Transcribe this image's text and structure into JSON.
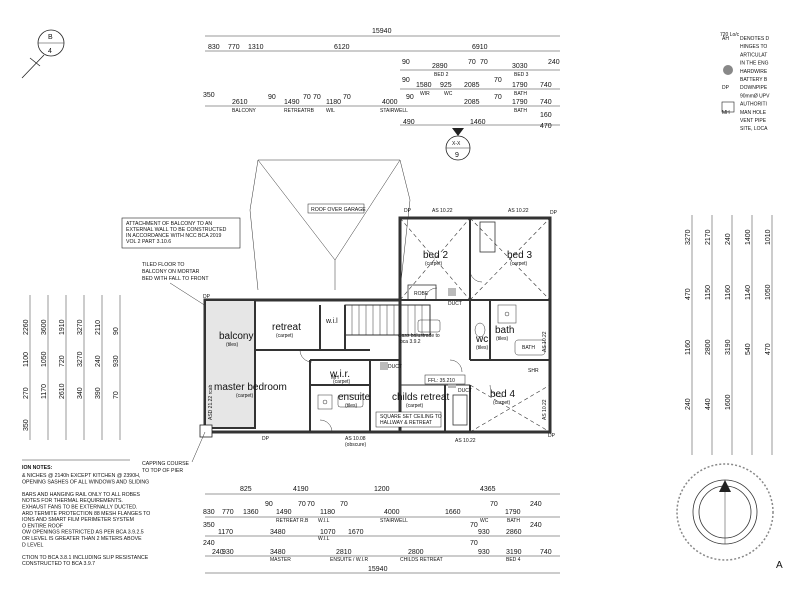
{
  "section_marker": {
    "letter": "B",
    "number": "4"
  },
  "section_xx": {
    "label": "X-X",
    "number": "9"
  },
  "top_dims": {
    "overall": "15940",
    "row1": [
      "830",
      "770",
      "1310",
      "6120",
      "6910"
    ],
    "row2": [
      "90",
      "2890",
      "70",
      "70",
      "3030",
      "240"
    ],
    "row2_sub": [
      "BED 2",
      "BED 3"
    ],
    "row3": [
      "90",
      "1580",
      "925",
      "2085",
      "70",
      "1790",
      "740"
    ],
    "row3_sub": [
      "WIR",
      "WC",
      "BATH"
    ],
    "row4": [
      "350",
      "2610",
      "90",
      "1490",
      "70",
      "70",
      "1180",
      "70",
      "4000",
      "90",
      "2085",
      "70",
      "1790",
      "740"
    ],
    "row4_sub": [
      "BALCONY",
      "RETREAT",
      "RB",
      "WIL",
      "STAIRWELL",
      "BATH"
    ],
    "row5": [
      "490",
      "1460",
      "160",
      "470"
    ]
  },
  "rooms": [
    {
      "name": "bed 2",
      "finish": "(carpet)"
    },
    {
      "name": "bed 3",
      "finish": "(carpet)"
    },
    {
      "name": "balcony",
      "finish": "(tiles)"
    },
    {
      "name": "retreat",
      "finish": "(carpet)"
    },
    {
      "name": "w.i.l",
      "finish": ""
    },
    {
      "name": "master bedroom",
      "finish": "(carpet)"
    },
    {
      "name": "w.i.r.",
      "finish": "(carpet)"
    },
    {
      "name": "ensuite",
      "finish": "(tiles)"
    },
    {
      "name": "childs retreat",
      "finish": "(carpet)"
    },
    {
      "name": "bed 4",
      "finish": "(carpet)"
    },
    {
      "name": "bath",
      "finish": "(tiles)"
    },
    {
      "name": "wc",
      "finish": "(tiles)"
    }
  ],
  "labels": {
    "roof_over_garage": "ROOF OVER GARAGE",
    "balcony_note": [
      "ATTACHMENT OF BALCONY TO AN",
      "EXTERNAL WALL TO BE CONSTRUCTED",
      "IN ACCORDANCE WITH NCC BCA 2019",
      "VOL 2 PART 3.10.6"
    ],
    "tiled_floor_note": [
      "TILED FLOOR TO",
      "BALCONY ON MORTAR",
      "BED WITH FALL TO FRONT"
    ],
    "capping_note": [
      "CAPPING COURSE",
      "TO TOP OF PIER"
    ],
    "ffl": "FFL: 35.210",
    "ceiling_note": [
      "SQUARE SET CEILING TO",
      "HALLWAY & RETREAT"
    ],
    "balustrade_note": [
      "class balustrade to",
      "bca 3.9.2"
    ],
    "duct": "DUCT",
    "dp": "DP",
    "robe": "ROBE",
    "shower": "SHR",
    "bath_fixture": "BATH",
    "as_top_left": "AS 10.22",
    "as_top_right": "AS 10.22",
    "as_bottom_left": "AS 10.08",
    "as_bottom_left_sub": "(obscure)",
    "as_bottom_right": "AS 10.22",
    "as_right": "AS 10.22",
    "as_master": "ASD 21.22 rcab",
    "as_wc": "AS 10.22",
    "mn": "MH"
  },
  "bottom_dims": {
    "row1": [
      "825",
      "4190",
      "1200",
      "4365"
    ],
    "row2": [
      "830",
      "770",
      "1360",
      "90",
      "1490",
      "70",
      "70",
      "1180",
      "70",
      "1660",
      "70",
      "1790",
      "240"
    ],
    "row2_sub": [
      "RETREAT",
      "R.B",
      "W.I.L"
    ],
    "row3": [
      "350",
      "1170",
      "3480",
      "1070",
      "1670",
      "4000",
      "70",
      "930",
      "2860",
      "240"
    ],
    "row3_sub": [
      "W.I.L",
      "STAIRWELL",
      "WC",
      "BATH"
    ],
    "row4": [
      "240",
      "240",
      "930",
      "3480",
      "2810",
      "2800",
      "70",
      "930",
      "3190",
      "740"
    ],
    "row4_sub": [
      "MASTER",
      "ENSUITE / W.I.R",
      "CHILDS RETREAT",
      "BED 4"
    ],
    "overall": "15940"
  },
  "left_notes": {
    "title": "ION NOTES:",
    "lines": [
      "& NICHES @ 2140h EXCEPT KITCHEN @ 2390H,",
      "OPENING SASHES OF ALL WINDOWS AND SLIDING",
      "",
      "BARS AND HANGING RAIL ONLY TO ALL ROBES",
      "NOTES FOR THERMAL REQUIREMENTS.",
      "EXHAUST FANS TO BE EXTERNALLY DUCTED.",
      "ARD TERMITE PROTECTION 88 MESH FLANGES TO",
      "IONS AND SMART FILM PERIMETER SYSTEM",
      "O ENTIRE ROOF",
      "OW OPENINGS RESTRICTED AS PER BCA 3.9.2.5",
      "OR LEVEL IS GREATER THAN 2 METERS ABOVE",
      "D LEVEL",
      "",
      "CTION TO BCA 3.8.1 INCLUDING SLIP RESISTANCE",
      "CONSTRUCTED TO BCA 3.9.7"
    ]
  },
  "legend": {
    "code": "720 Lo/c",
    "items": [
      {
        "symbol": "AH",
        "text": "DENOTES D"
      },
      {
        "symbol": "",
        "text": "HINGES TO"
      },
      {
        "symbol": "hatch",
        "text": "ARTICULAT"
      },
      {
        "symbol": "",
        "text": "IN THE ENG"
      },
      {
        "symbol": "",
        "text": "HARDWIRE"
      },
      {
        "symbol": "",
        "text": "BATTERY B"
      },
      {
        "symbol": "DP",
        "text": "DOWNPIPE"
      },
      {
        "symbol": "",
        "text": "90mmØ UPV"
      },
      {
        "symbol": "",
        "text": "AUTHORITI"
      },
      {
        "symbol": "MH",
        "text": "MAN HOLE"
      },
      {
        "symbol": "",
        "text": "VENT PIPE"
      },
      {
        "symbol": "",
        "text": "SITE, LOCA"
      }
    ]
  },
  "left_side_dims": [
    "2260",
    "3600",
    "1910",
    "3270",
    "2110",
    "90",
    "1100",
    "1050",
    "720",
    "3270",
    "240",
    "930",
    "270",
    "1170",
    "2610",
    "340",
    "390",
    "70",
    "350"
  ],
  "right_side_dims": [
    "3270",
    "2170",
    "240",
    "1400",
    "1010",
    "470",
    "1150",
    "1160",
    "1140",
    "1050",
    "1160",
    "2800",
    "3190",
    "540",
    "470",
    "240",
    "440",
    "1600"
  ],
  "compass": {
    "letter": "A"
  }
}
